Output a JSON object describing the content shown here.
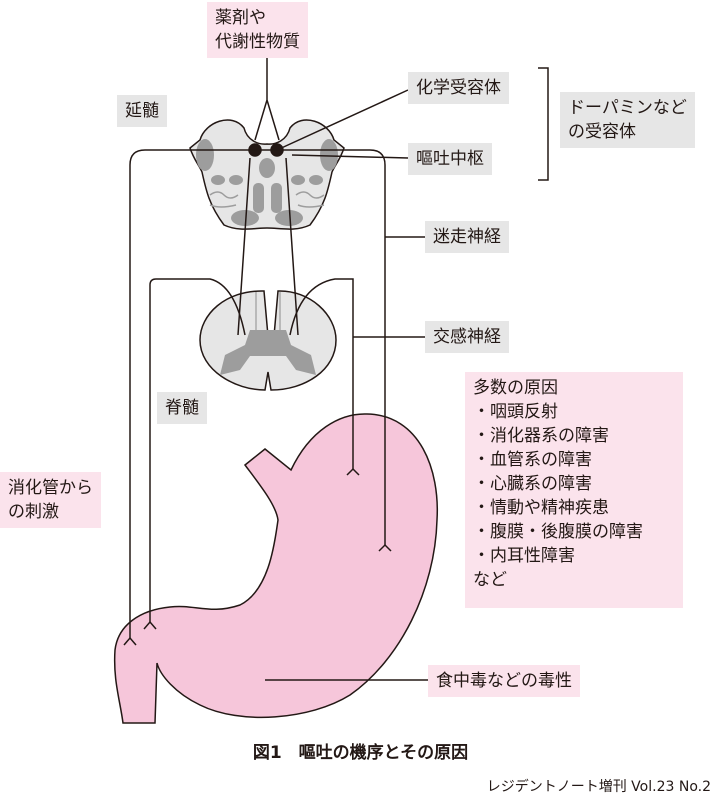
{
  "labels": {
    "drugs": [
      "薬剤や",
      "代謝性物質"
    ],
    "medulla": "延髄",
    "ctz": "化学受容体",
    "vomiting_center": "嘔吐中枢",
    "receptors": [
      "ドーパミンなど",
      "の受容体"
    ],
    "vagus": "迷走神経",
    "sympathetic": "交感神経",
    "spinal_cord": "脊髄",
    "gi_stimulus": [
      "消化管から",
      "の刺激"
    ],
    "food_poisoning": "食中毒などの毒性"
  },
  "causes": {
    "title": "多数の原因",
    "items": [
      "・咽頭反射",
      "・消化器系の障害",
      "・血管系の障害",
      "・心臓系の障害",
      "・情動や精神疾患",
      "・腹膜・後腹膜の障害",
      "・内耳性障害"
    ],
    "footer": "など"
  },
  "caption": "図1　嘔吐の機序とその原因",
  "credit": "レジデントノート増刊 Vol.23 No.2",
  "colors": {
    "stomach": "#f6c6da",
    "brain": "#e6e6e6",
    "grey_matter": "#9d9d9d",
    "line": "#231815",
    "pink_box": "#fbe3ec",
    "gray_box": "#e6e6e6"
  }
}
